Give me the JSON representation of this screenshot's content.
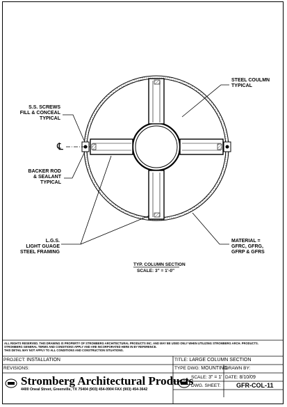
{
  "labels": {
    "steel_column": [
      "STEEL COULMN",
      "TYPICAL"
    ],
    "screws": [
      "S.S. SCREWS",
      "FILL & CONCEAL",
      "TYPICAL"
    ],
    "centerline": "℄",
    "backer_rod": [
      "BACKER ROD",
      "& SEALANT",
      "TYPICAL"
    ],
    "lgs": [
      "L.G.S.",
      "LIGHT GUAGE",
      "STEEL FRAMING"
    ],
    "material": [
      "MATERIAL =",
      "GFRC, GFRG,",
      "GFRP & GFRS"
    ]
  },
  "section": {
    "title": "TYP. COLUMN SECTION",
    "scale": "SCALE: 3\" = 1'-0\""
  },
  "notes": [
    "ALL RIGHTS RESERVED. THIS DRAWING IS PROPERTY OF STROMBERG ARCHITECTURAL PRODUCTS INC. AND MAY BE USED ONLY WHEN UTILIZING STROMBERG ARCH. PRODUCTS.",
    "STROMBERG GENERAL TERMS AND CONDITIONS APPLY AND ARE INCORPORATED HERE IN BY REFERENCE.",
    "THIS DETAIL MAY NOT APPLY TO ALL CONDITIONS AND CONSTRUCTION SITUATIONS."
  ],
  "title_block": {
    "project_label": "PROJECT:",
    "project": "INSTALLATION",
    "revisions_label": "REVISIONS:",
    "title_label": "TITLE:",
    "title": "LARGE COLUMN SECTION",
    "type_label": "TYPE DWG:",
    "type": "MOUNTING",
    "drawn_label": "DRAWN BY:",
    "drawn": "",
    "scale_label": "SCALE:",
    "scale": "3\" = 1'",
    "date_label": "DATE:",
    "date": "8/10/09",
    "sheet_label": "DWG. SHEET:",
    "sheet": "GFR-COL-11",
    "company": "Stromberg Architectural Products",
    "address": "4400 Oneal Street, Greenville, TX 75404 (903) 454-0904 FAX (903) 454-3642"
  }
}
